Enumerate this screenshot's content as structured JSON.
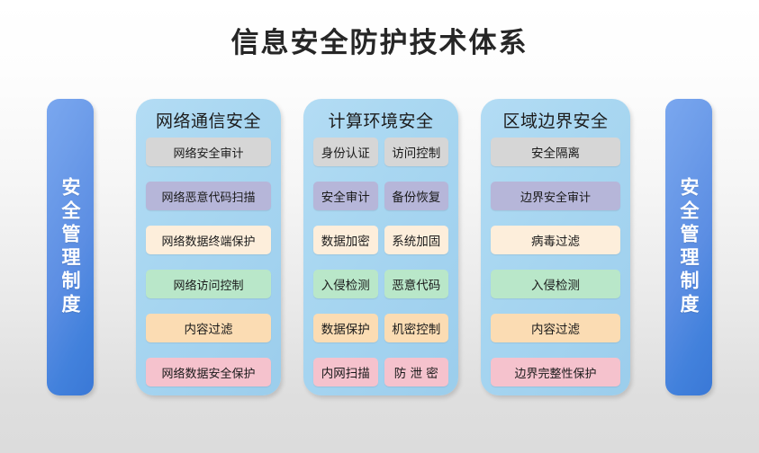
{
  "title": "信息安全防护技术体系",
  "side_pillars": {
    "left_label": "安全管理制度",
    "right_label": "安全管理制度"
  },
  "colors": {
    "page_background_top": "#ffffff",
    "page_background_bottom": "#dedede",
    "pillar_blue_light": "#7aa7ef",
    "pillar_blue_dark": "#3a78d6",
    "panel_blue": "#a9d7f1",
    "chip_gray": "#d6d6d6",
    "chip_purple": "#b6b6d9",
    "chip_cream": "#fdeedb",
    "chip_green": "#b9e7c9",
    "chip_orange": "#fbdcb3",
    "chip_pink": "#f5c2cd",
    "title_text": "#262626"
  },
  "panels": [
    {
      "header": "网络通信安全",
      "rows": [
        {
          "tone": "gray",
          "chips": [
            "网络安全审计"
          ]
        },
        {
          "tone": "purple",
          "chips": [
            "网络恶意代码扫描"
          ]
        },
        {
          "tone": "cream",
          "chips": [
            "网络数据终端保护"
          ]
        },
        {
          "tone": "green",
          "chips": [
            "网络访问控制"
          ]
        },
        {
          "tone": "orange",
          "chips": [
            "内容过滤"
          ]
        },
        {
          "tone": "pink",
          "chips": [
            "网络数据安全保护"
          ]
        }
      ]
    },
    {
      "header": "计算环境安全",
      "rows": [
        {
          "tone": "gray",
          "chips": [
            "身份认证",
            "访问控制"
          ]
        },
        {
          "tone": "purple",
          "chips": [
            "安全审计",
            "备份恢复"
          ]
        },
        {
          "tone": "cream",
          "chips": [
            "数据加密",
            "系统加固"
          ]
        },
        {
          "tone": "green",
          "chips": [
            "入侵检测",
            "恶意代码"
          ]
        },
        {
          "tone": "orange",
          "chips": [
            "数据保护",
            "机密控制"
          ]
        },
        {
          "tone": "pink",
          "chips": [
            "内网扫描",
            "防 泄 密"
          ]
        }
      ]
    },
    {
      "header": "区域边界安全",
      "rows": [
        {
          "tone": "gray",
          "chips": [
            "安全隔离"
          ]
        },
        {
          "tone": "purple",
          "chips": [
            "边界安全审计"
          ]
        },
        {
          "tone": "cream",
          "chips": [
            "病毒过滤"
          ]
        },
        {
          "tone": "green",
          "chips": [
            "入侵检测"
          ]
        },
        {
          "tone": "orange",
          "chips": [
            "内容过滤"
          ]
        },
        {
          "tone": "pink",
          "chips": [
            "边界完整性保护"
          ]
        }
      ]
    }
  ]
}
